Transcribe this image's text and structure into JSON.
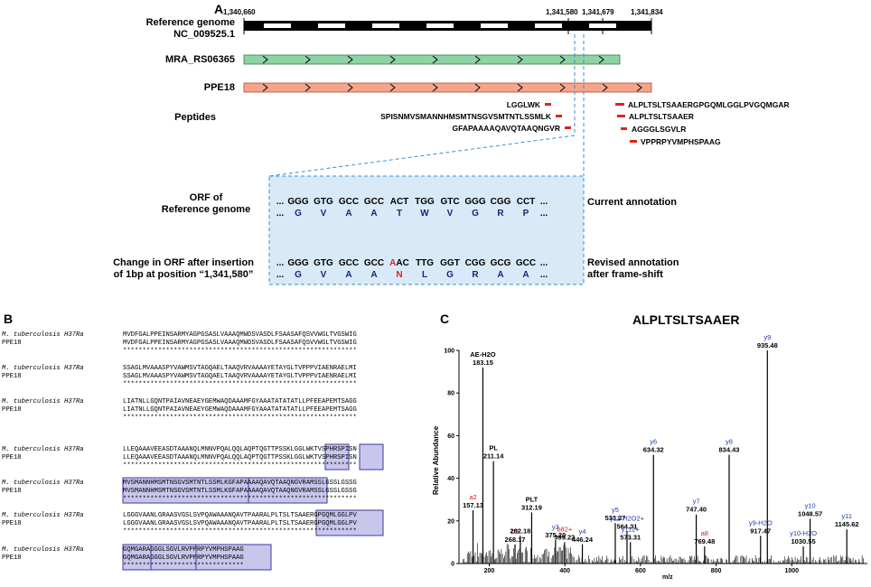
{
  "panelA": {
    "letter": "A",
    "ref_genome_label": "Reference genome\nNC_009525.1",
    "coords": [
      "1,340,660",
      "1,341,580",
      "1,341,679",
      "1,341,834"
    ],
    "gene1_label": "MRA_RS06365",
    "gene2_label": "PPE18",
    "peptides_label": "Peptides",
    "peptides_left": [
      "LGGLWK",
      "SPISNMVSMANNHMSMTNSGVSMTNTLSSMLK",
      "GFAPAAAAQAVQTAAQNGVR"
    ],
    "peptides_right": [
      "ALPLTSLTSAAERGPGQMLGGLPVGQMGAR",
      "ALPLTSLTSAAER",
      "AGGGLSGVLR",
      "VPPRPYVMPHSPAAG"
    ],
    "orf_label": "ORF of\nReference genome",
    "change_label": "Change in ORF after insertion\nof 1bp at position “1,341,580”",
    "current_annotation": "Current annotation",
    "revised_annotation": "Revised annotation\nafter frame-shift",
    "ellipsis": "...",
    "current_codons": [
      "GGG",
      "GTG",
      "GCC",
      "GCC",
      "ACT",
      "TGG",
      "GTC",
      "GGG",
      "CGG",
      "CCT"
    ],
    "current_aas": [
      "G",
      "V",
      "A",
      "A",
      "T",
      "W",
      "V",
      "G",
      "R",
      "P"
    ],
    "revised_codons": [
      "GGG",
      "GTG",
      "GCC",
      "GCC",
      "AAC",
      "TTG",
      "GGT",
      "CGG",
      "GCG",
      "GCC"
    ],
    "revised_inserted_base": "A",
    "revised_codon5_rest": "AC",
    "revised_aas": [
      "G",
      "V",
      "A",
      "A",
      "N",
      "L",
      "G",
      "R",
      "A",
      "A"
    ],
    "colors": {
      "ref_black": "#000000",
      "gene1": "#8fd3a4",
      "gene2": "#f4a58c",
      "peptide": "#e2231a",
      "zoom_fill": "#d8eaf8",
      "zoom_border": "#3a8fd0",
      "aa": "#1a237e",
      "insert": "#e2231a"
    }
  },
  "panelB": {
    "letter": "B",
    "name1": "M. tuberculosis H37Ra",
    "name2": "PPE18",
    "blocks": [
      {
        "s1": "MVDFGALPPEINSARMYAGPGSASLVAAAQMWDSVASDLFSAASAFQSVVWGLTVGSWIG",
        "s2": "MVDFGALPPEINSARMYAGPGSASLVAAAQMWDSVASDLFSAASAFQSVVWGLTVGSWIG",
        "stars": "************************************************************"
      },
      {
        "s1": "SSAGLMVAAASPYVAWMSVTAGQAELTAAQVRVAAAAYETAYGLTVPPPVIAENRAELMI",
        "s2": "SSAGLMVAAASPYVAWMSVTAGQAELTAAQVRVAAAAYETAYGLTVPPPVIAENRAELMI",
        "stars": "************************************************************"
      },
      {
        "s1": "LIATNLLGQNTPAIAVNEAEYGEMWAQDAAAMFGYAAATATATATLLPFEEAPEMTSAGG",
        "s2": "LIATNLLGQNTPAIAVNEAEYGEMWAQDAAAMFGYAAATATATATLLPFEEAPEMTSAGG",
        "stars": "************************************************************"
      },
      {
        "s1": "LLEQAAAVEEASDTAAANQLMNNVPQALQQLAQPTQGTTPSSKLGGLWKTVSPHRSPISN",
        "s2": "LLEQAAAVEEASDTAAANQLMNNVPQALQQLAQPTQGTTPSSKLGGLWKTVSPHRSPISN",
        "stars": "************************************************************"
      },
      {
        "s1": "MVSMANNHMSMTNSGVSMTNTLSSMLKGFAPAAAAQAVQTAAQNGVRAMSSLGSSLGSSG",
        "s2": "MVSMANNHMSMTNSGVSMTNTLSSMLKGFAPAAAAQAVQTAAQNGVRAMSSLGSSLGSSG",
        "stars": "************************************************************"
      },
      {
        "s1": "LGGGVAANLGRAASVGSLSVPQAWAAANQAVTPAARALPLTSLTSAAERGPGQMLGGLPV",
        "s2": "LGGGVAANLGRAASVGSLSVPQAWAAANQAVTPAARALPLTSLTSAAERGPGQMLGGLPV",
        "stars": "************************************************************"
      },
      {
        "s1": "GQMGARAGGGLSGVLRVPPRPYVMPHSPAAG",
        "s2": "GQMGARAGGGLSGVLRVPPRPYVMPHSPAAG",
        "stars": "*******************************"
      }
    ]
  },
  "panelC": {
    "letter": "C",
    "title": "ALPLTSLTSAAER",
    "ylabel": "Relative Abundance",
    "xlabel": "m/z",
    "yticks": [
      "0",
      "20",
      "40",
      "60",
      "80",
      "100"
    ],
    "xticks": [
      "200",
      "400",
      "600",
      "800",
      "1000"
    ]
  },
  "chart_data": {
    "type": "bar",
    "title": "ALPLTSLTSAAER",
    "xlabel": "m/z",
    "ylabel": "Relative Abundance",
    "xlim": [
      120,
      1200
    ],
    "ylim": [
      0,
      100
    ],
    "labeled_peaks": [
      {
        "label": "a2",
        "mz": 157.13,
        "mz_text": "157.13",
        "y": 25,
        "color": "red"
      },
      {
        "label": "AE-H2O",
        "mz": 183.15,
        "mz_text": "183.15",
        "y": 92,
        "color": "black"
      },
      {
        "label": "PL",
        "mz": 211.14,
        "mz_text": "211.14",
        "y": 48,
        "color": "black"
      },
      {
        "label": "b3",
        "mz": 268.17,
        "mz_text": "268.17",
        "y": 9,
        "color": "red"
      },
      {
        "label": "",
        "mz": 282.18,
        "mz_text": "282.18",
        "y": 13,
        "color": "black"
      },
      {
        "label": "PLT",
        "mz": 312.19,
        "mz_text": "312.19",
        "y": 24,
        "color": "black"
      },
      {
        "label": "y3",
        "mz": 375.2,
        "mz_text": "375.20",
        "y": 11,
        "color": "blue"
      },
      {
        "label": "b82+",
        "mz": 399.22,
        "mz_text": "399.22",
        "y": 10,
        "color": "red"
      },
      {
        "label": "y4",
        "mz": 446.24,
        "mz_text": "446.24",
        "y": 9,
        "color": "blue"
      },
      {
        "label": "y5",
        "mz": 533.27,
        "mz_text": "533.27",
        "y": 19,
        "color": "blue"
      },
      {
        "label": "y11-H2O2+",
        "mz": 564.31,
        "mz_text": "564.31",
        "y": 15,
        "color": "blue"
      },
      {
        "label": "y112+",
        "mz": 573.31,
        "mz_text": "573.31",
        "y": 10,
        "color": "blue"
      },
      {
        "label": "y6",
        "mz": 634.32,
        "mz_text": "634.32",
        "y": 51,
        "color": "blue"
      },
      {
        "label": "y7",
        "mz": 747.4,
        "mz_text": "747.40",
        "y": 23,
        "color": "blue"
      },
      {
        "label": "a8",
        "mz": 769.48,
        "mz_text": "769.48",
        "y": 8,
        "color": "red"
      },
      {
        "label": "y8",
        "mz": 834.43,
        "mz_text": "834.43",
        "y": 51,
        "color": "blue"
      },
      {
        "label": "y9-H2O",
        "mz": 917.47,
        "mz_text": "917.47",
        "y": 13,
        "color": "blue"
      },
      {
        "label": "y9",
        "mz": 935.48,
        "mz_text": "935.48",
        "y": 100,
        "color": "blue"
      },
      {
        "label": "y10-H2O",
        "mz": 1030.55,
        "mz_text": "1030.55",
        "y": 8,
        "color": "blue"
      },
      {
        "label": "y10",
        "mz": 1048.57,
        "mz_text": "1048.57",
        "y": 21,
        "color": "blue"
      },
      {
        "label": "y11",
        "mz": 1145.62,
        "mz_text": "1145.62",
        "y": 16,
        "color": "blue"
      }
    ]
  }
}
